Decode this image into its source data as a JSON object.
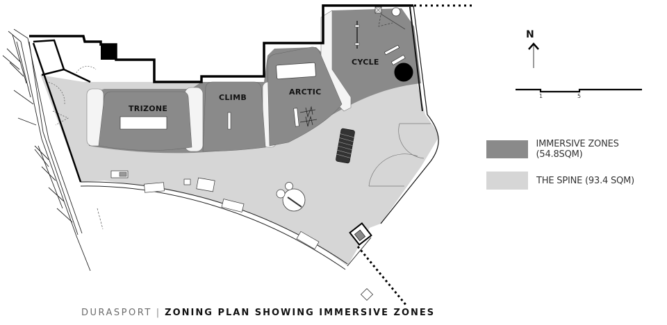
{
  "caption": {
    "brand": "DURASPORT",
    "separator": "|",
    "title": "ZONING PLAN SHOWING IMMERSIVE ZONES"
  },
  "zones": [
    {
      "id": "trizone",
      "label": "TRIZONE"
    },
    {
      "id": "climb",
      "label": "CLIMB"
    },
    {
      "id": "arctic",
      "label": "ARCTIC"
    },
    {
      "id": "cycle",
      "label": "CYCLE"
    }
  ],
  "legend": [
    {
      "label": "IMMERSIVE ZONES (54.8SQM)",
      "color": "#8a8a8a"
    },
    {
      "label": "THE SPINE (93.4 SQM)",
      "color": "#d6d6d6"
    }
  ],
  "north_arrow": {
    "label": "N"
  },
  "scale_bar": {
    "ticks": [
      "1",
      "5"
    ]
  },
  "colors": {
    "immersive": "#8a8a8a",
    "spine": "#d6d6d6",
    "wall": "#000000",
    "furniture_fill": "#ffffff"
  }
}
